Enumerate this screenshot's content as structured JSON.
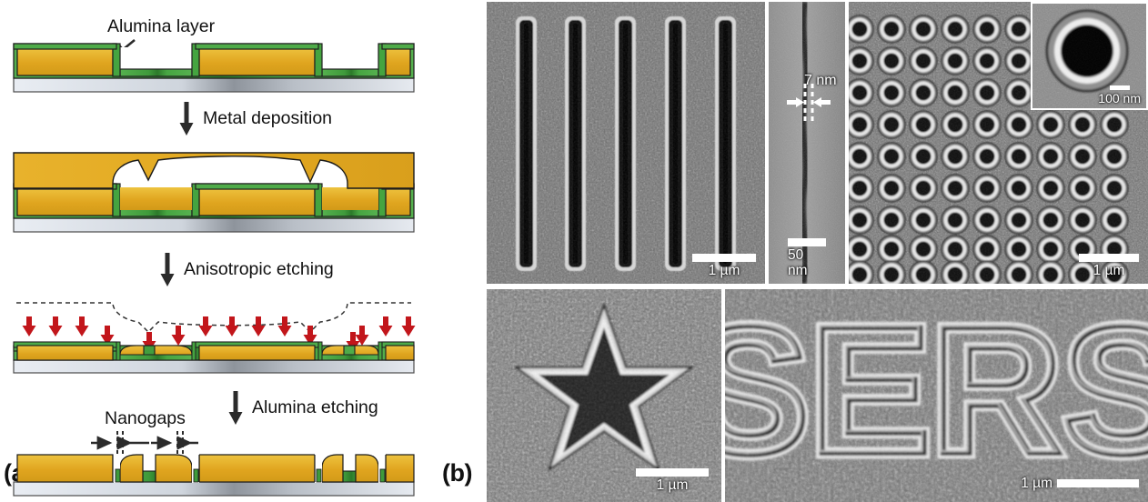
{
  "figure": {
    "panels": [
      {
        "id": "a",
        "label": "(a)"
      },
      {
        "id": "b",
        "label": "(b)"
      }
    ]
  },
  "panel_a": {
    "title_annotation": "Alumina layer",
    "nanogap_annotation": "Nanogaps",
    "steps": [
      {
        "id": "metal-deposition",
        "label": "Metal deposition"
      },
      {
        "id": "anisotropic-etching",
        "label": "Anisotropic etching"
      },
      {
        "id": "alumina-etching",
        "label": "Alumina etching"
      }
    ],
    "stages": [
      {
        "id": "stage-1-template",
        "name": "Patterned template with alumina layer"
      },
      {
        "id": "stage-2-deposited",
        "name": "After metal deposition"
      },
      {
        "id": "stage-3-etched",
        "name": "After anisotropic etching"
      },
      {
        "id": "stage-4-nanogaps",
        "name": "After alumina etching, nanogaps formed"
      }
    ],
    "colors": {
      "gold": "#e0a51f",
      "gold_light": "#edc14a",
      "gold_dark": "#c98f14",
      "green": "#4aa845",
      "green_dark": "#2f7a2c",
      "substrate_light": "#e8ecf2",
      "substrate_mid": "#9aa0a8",
      "outline": "#1a1a1a",
      "arrow_red": "#c2161b",
      "arrow_black": "#2b2b2b"
    }
  },
  "panel_b": {
    "images": [
      {
        "id": "nanoslit-array",
        "name": "SEM of five parallel nanoslits",
        "scalebar": {
          "length_label": "1 µm"
        },
        "slit_count": 5
      },
      {
        "id": "nanogap-closeup",
        "name": "High magnification SEM of a single nanogap",
        "gap_label": "7 nm",
        "scalebar": {
          "length_label": "50 nm"
        }
      },
      {
        "id": "nanohole-array",
        "name": "SEM of square nanohole array",
        "scalebar": {
          "length_label": "1 µm"
        },
        "rows": 9,
        "cols": 9,
        "inset": {
          "id": "single-nanohole",
          "name": "Inset: single ring nanohole",
          "scalebar": {
            "length_label": "100 nm"
          }
        }
      },
      {
        "id": "star-nanostructure",
        "name": "SEM of five-pointed star nanostructure",
        "scalebar": {
          "length_label": "1 µm"
        }
      },
      {
        "id": "sers-lettering",
        "name": "SEM of nanogap lettering spelling SERS",
        "text": "SERS",
        "scalebar": {
          "length_label": "1 µm"
        }
      }
    ]
  }
}
